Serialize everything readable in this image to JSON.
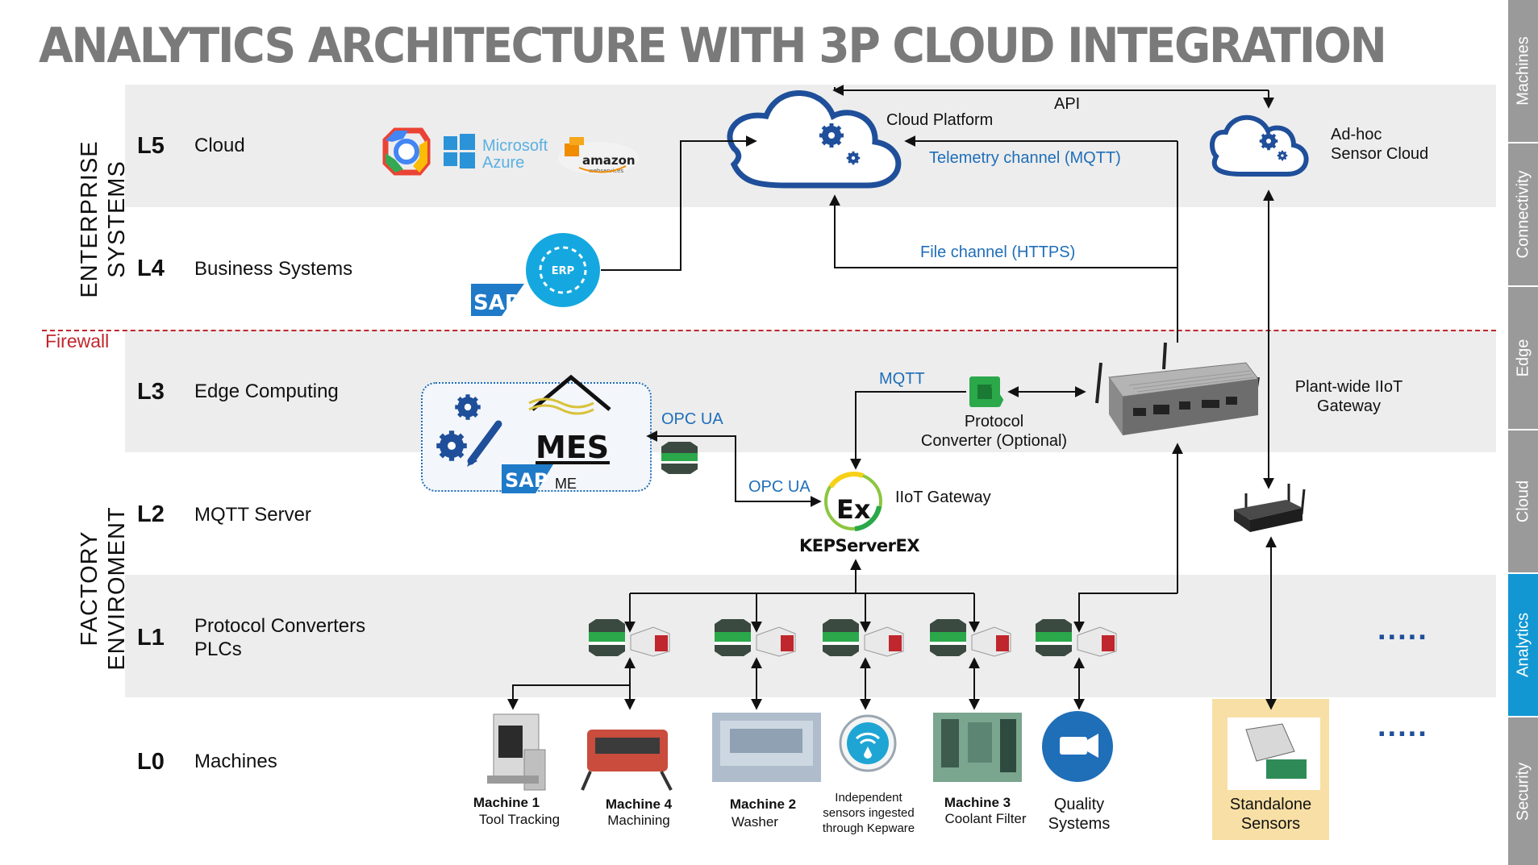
{
  "title": "ANALYTICS ARCHITECTURE WITH 3P CLOUD INTEGRATION",
  "side_labels": {
    "enterprise": "ENTERPRISE\nSYSTEMS",
    "factory": "FACTORY\nENVIROMENT"
  },
  "levels": [
    {
      "code": "L5",
      "name": "Cloud"
    },
    {
      "code": "L4",
      "name": "Business Systems"
    },
    {
      "code": "L3",
      "name": "Edge Computing"
    },
    {
      "code": "L2",
      "name": "MQTT Server"
    },
    {
      "code": "L1",
      "name": "Protocol Converters\nPLCs"
    },
    {
      "code": "L0",
      "name": "Machines"
    }
  ],
  "firewall_label": "Firewall",
  "nav": [
    "Machines",
    "Connectivity",
    "Edge",
    "Cloud",
    "Analytics",
    "Security"
  ],
  "nav_active": "Analytics",
  "vendor_logos": {
    "azure_line1": "Microsoft",
    "azure_line2": "Azure",
    "aws_line1": "amazon",
    "aws_line2": "webservices",
    "sap": "SAP",
    "erp": "ERP",
    "mes": "MES",
    "sap_me": "SAP",
    "me": "ME",
    "kepserver": "KEPServerEX",
    "ex": "Ex"
  },
  "nodes": {
    "cloud_platform": "Cloud Platform",
    "adhoc_cloud": "Ad-hoc\nSensor Cloud",
    "plant_gateway": "Plant-wide IIoT\nGateway",
    "protocol_converter": "Protocol\nConverter (Optional)",
    "iiot_gateway": "IIoT Gateway",
    "standalone_sensors": "Standalone\nSensors"
  },
  "connections": {
    "api": "API",
    "telemetry": "Telemetry channel (MQTT)",
    "file": "File channel (HTTPS)",
    "mqtt": "MQTT",
    "opcua_top": "OPC UA",
    "opcua_bottom": "OPC UA"
  },
  "machines": [
    {
      "title": "Machine 1",
      "sub": "Tool Tracking"
    },
    {
      "title": "Machine 4",
      "sub": "Machining"
    },
    {
      "title": "Machine 2",
      "sub": "Washer"
    },
    {
      "title": "",
      "sub": "Independent\nsensors ingested\nthrough Kepware"
    },
    {
      "title": "Machine 3",
      "sub": "Coolant Filter"
    },
    {
      "title": "",
      "sub": "Quality\nSystems"
    }
  ],
  "more_indicator": ".....",
  "colors": {
    "title_gray": "#7a7a7a",
    "band_gray": "#ededed",
    "cloud_blue": "#1f4f9a",
    "link_blue": "#1f6eb8",
    "firewall_red": "#c0262d",
    "nav_gray": "#9a9a9a",
    "nav_active": "#1297d3",
    "sensor_box": "#f8dfa5",
    "converter_green": "#2aa84a",
    "converter_dark": "#3a4a40"
  }
}
